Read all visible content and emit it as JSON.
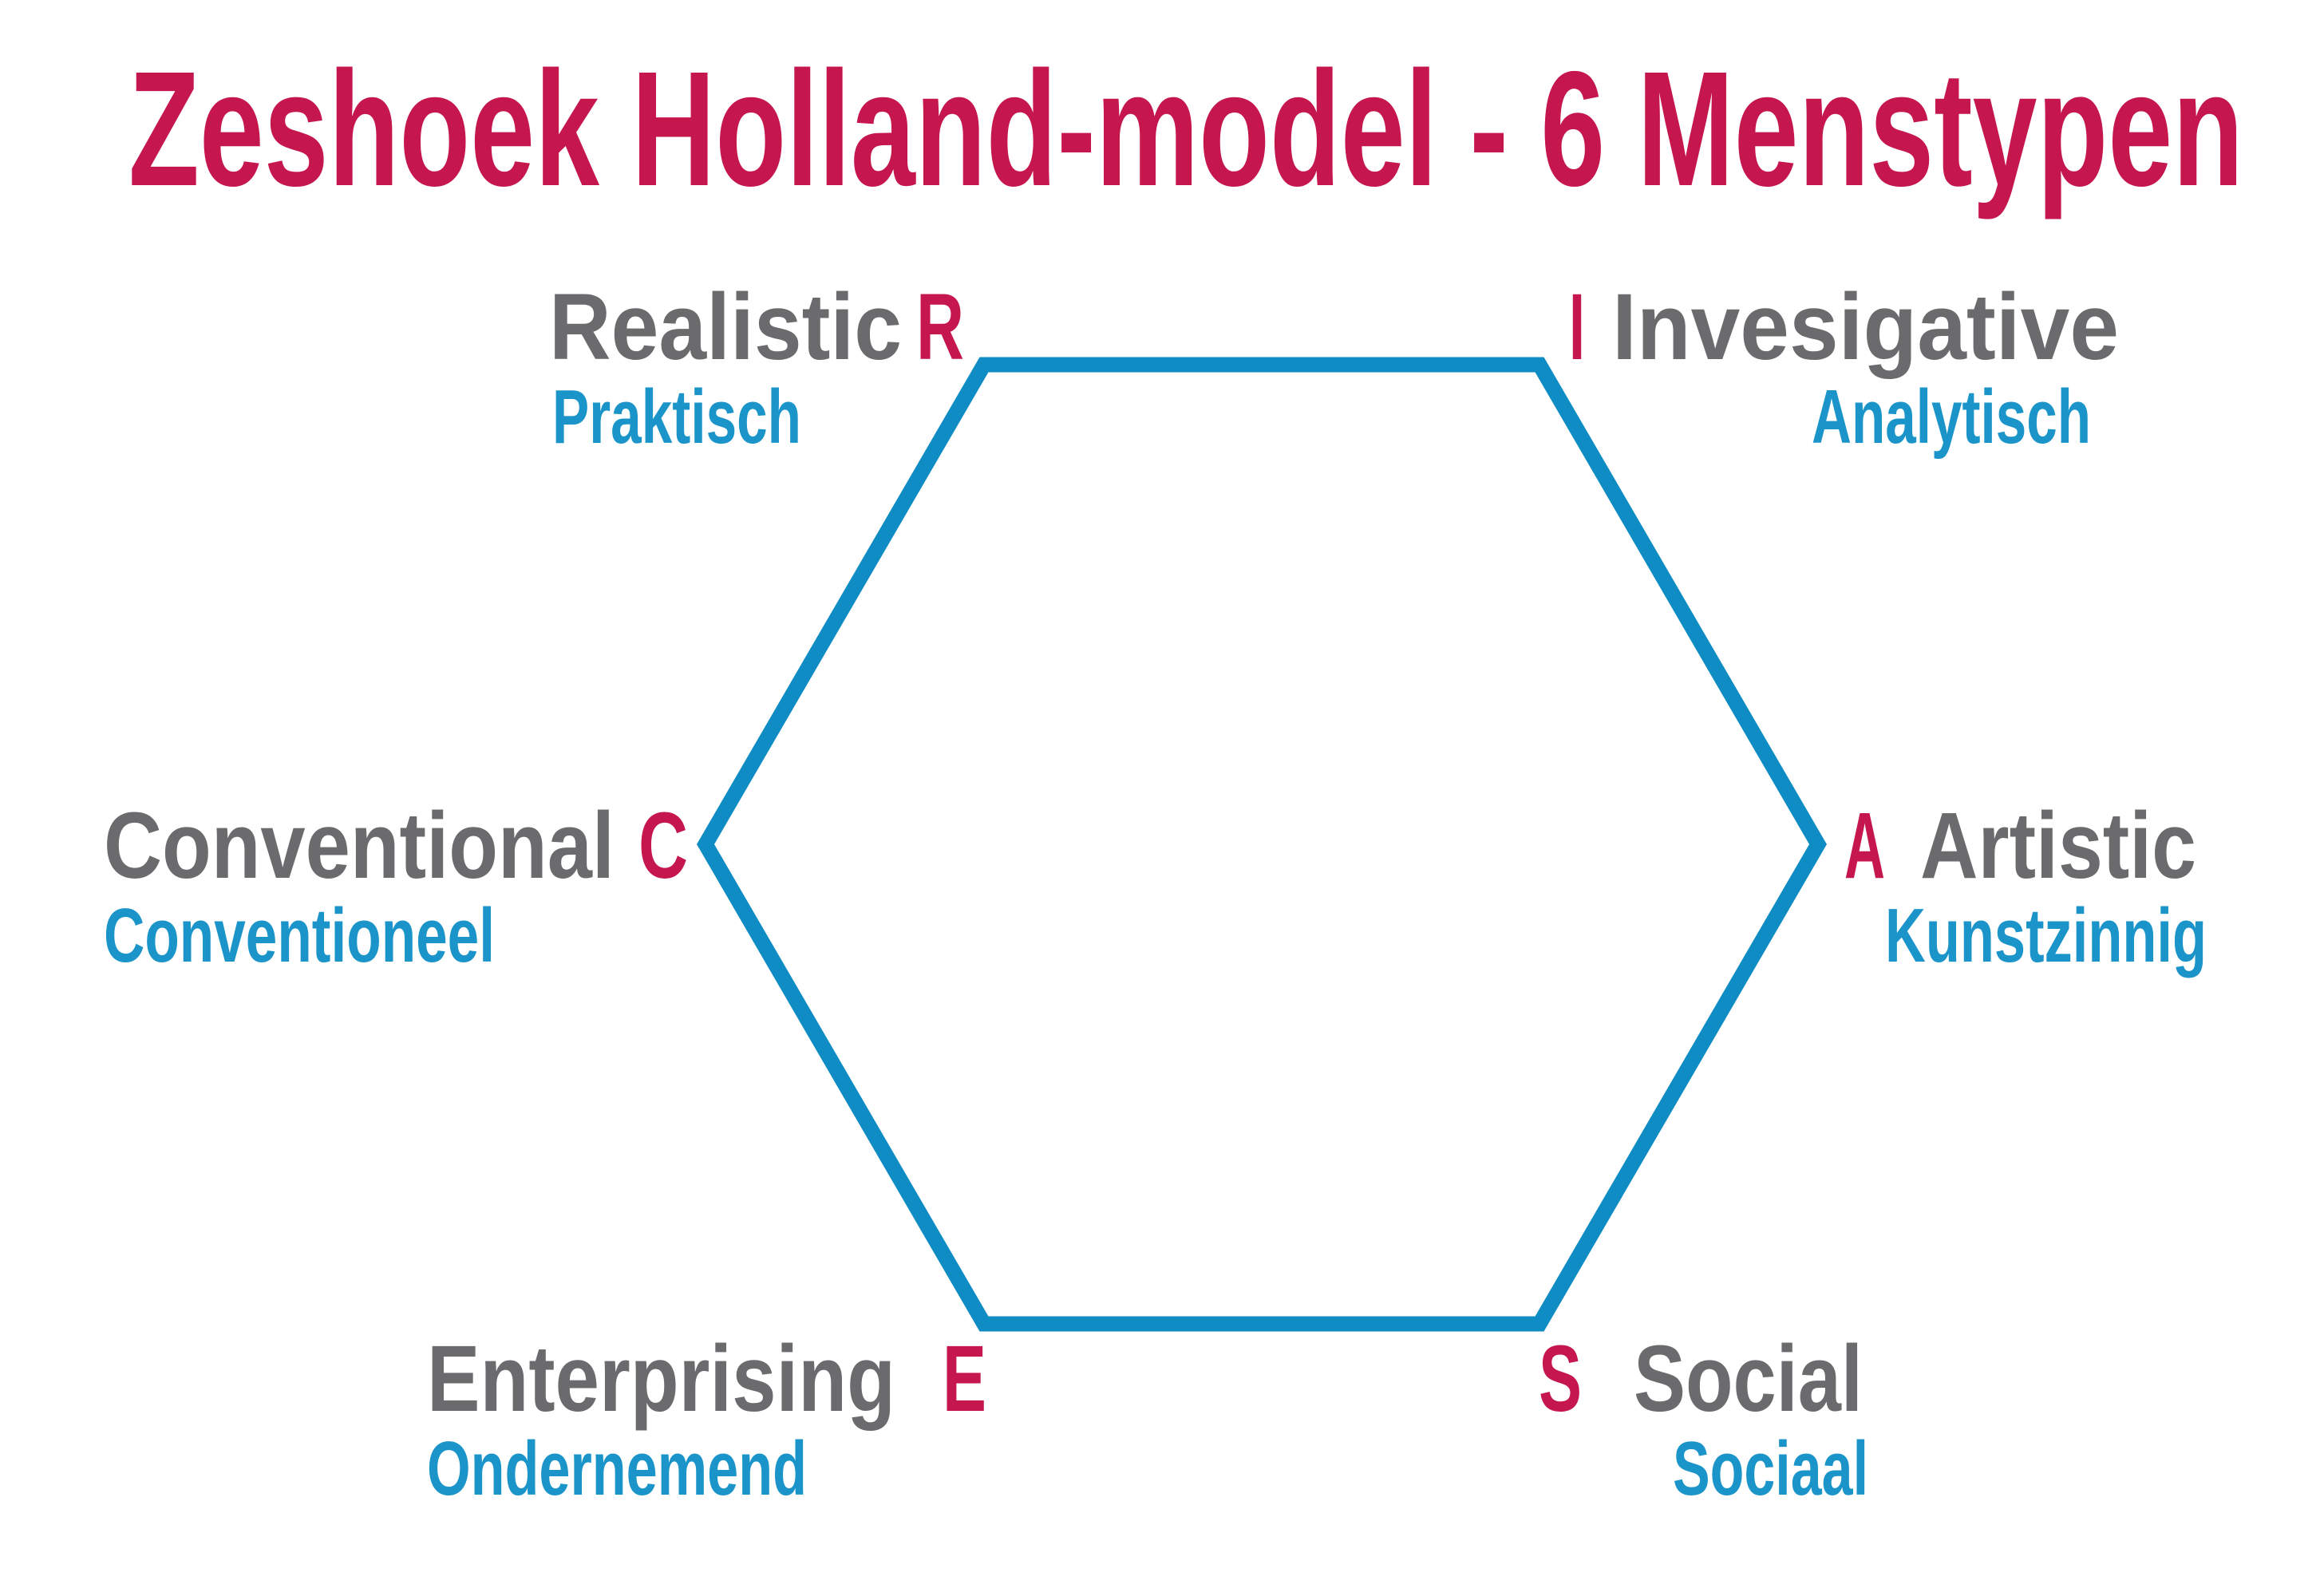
{
  "title": {
    "text": "Zeshoek Holland-model - 6 Menstypen"
  },
  "colors": {
    "crimson": "#c5174e",
    "gray": "#6b6b6e",
    "blue_text": "#1b95c9",
    "hexagon_blue": "#0e8cc3",
    "background": "#ffffff"
  },
  "hexagon": {
    "description": "zeshoek-holland-model-outline",
    "sides": 6
  },
  "types": [
    {
      "english": "Realistic",
      "letter": "R",
      "dutch": "Praktisch",
      "vertex": "top-left"
    },
    {
      "english": "Invesigative",
      "letter": "I",
      "dutch": "Analytisch",
      "vertex": "top-right"
    },
    {
      "english": "Artistic",
      "letter": "A",
      "dutch": "Kunstzinnig",
      "vertex": "right"
    },
    {
      "english": "Social",
      "letter": "S",
      "dutch": "Sociaal",
      "vertex": "bottom-right"
    },
    {
      "english": "Enterprising",
      "letter": "E",
      "dutch": "Ondernemend",
      "vertex": "bottom-left"
    },
    {
      "english": "Conventional",
      "letter": "C",
      "dutch": "Conventioneel",
      "vertex": "left"
    }
  ]
}
